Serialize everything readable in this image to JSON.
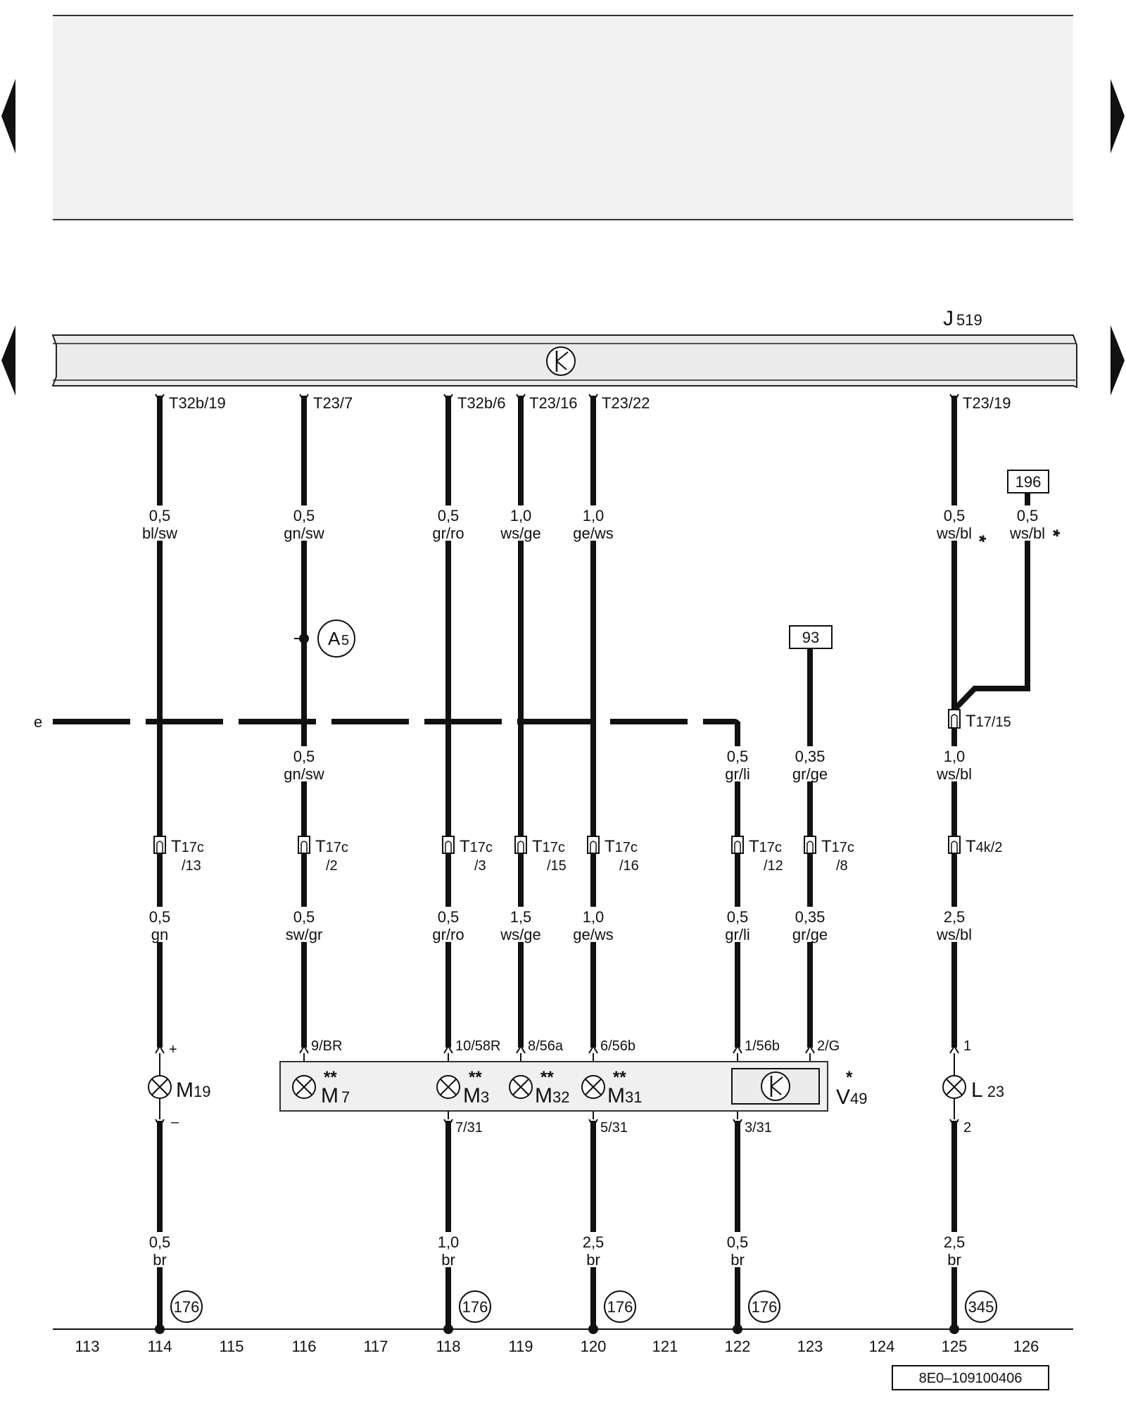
{
  "header_panel": {
    "color": "#f2f2f2"
  },
  "nav": {
    "prev_icon": "triangle-left",
    "next_icon": "triangle-right"
  },
  "control_unit": {
    "name": "J",
    "index": "519"
  },
  "top_pins": [
    "T32b/19",
    "T23/7",
    "T32b/6",
    "T23/16",
    "T23/22",
    "T23/19"
  ],
  "top_wires": [
    {
      "size": "0,5",
      "color": "bl/sw"
    },
    {
      "size": "0,5",
      "color": "gn/sw"
    },
    {
      "size": "0,5",
      "color": "gr/ro"
    },
    {
      "size": "1,0",
      "color": "ws/ge"
    },
    {
      "size": "1,0",
      "color": "ge/ws"
    },
    {
      "size": "0,5",
      "color": "ws/bl",
      "note": "**"
    },
    {
      "size": "0,5",
      "color": "ws/bl",
      "note": "***"
    }
  ],
  "refs": {
    "ref196": "196",
    "ref93": "93",
    "a5_letter": "A",
    "a5_index": "5",
    "e_label": "e"
  },
  "mid_wires": [
    {
      "size": "0,5",
      "color": "gn/sw"
    },
    {
      "size": "0,5",
      "color": "gr/li"
    },
    {
      "size": "0,35",
      "color": "gr/ge"
    },
    {
      "size": "1,0",
      "color": "ws/bl"
    }
  ],
  "t17_15": {
    "name": "T",
    "index": "17/15"
  },
  "connectors": [
    {
      "name": "T",
      "index": "17c",
      "pin": "/13"
    },
    {
      "name": "T",
      "index": "17c",
      "pin": "/2"
    },
    {
      "name": "T",
      "index": "17c",
      "pin": "/3"
    },
    {
      "name": "T",
      "index": "17c",
      "pin": "/15"
    },
    {
      "name": "T",
      "index": "17c",
      "pin": "/16"
    },
    {
      "name": "T",
      "index": "17c",
      "pin": "/12"
    },
    {
      "name": "T",
      "index": "17c",
      "pin": "/8"
    },
    {
      "name": "T",
      "index": "4k/2",
      "pin": ""
    }
  ],
  "lower_wires": [
    {
      "size": "0,5",
      "color": "gn"
    },
    {
      "size": "0,5",
      "color": "sw/gr"
    },
    {
      "size": "0,5",
      "color": "gr/ro"
    },
    {
      "size": "1,5",
      "color": "ws/ge"
    },
    {
      "size": "1,0",
      "color": "ge/ws"
    },
    {
      "size": "0,5",
      "color": "gr/li"
    },
    {
      "size": "0,35",
      "color": "gr/ge"
    },
    {
      "size": "2,5",
      "color": "ws/bl"
    }
  ],
  "component_pins": {
    "m19_plus": "+",
    "m19_minus": "–",
    "p9": "9/BR",
    "p10": "10/58R",
    "p8": "8/56a",
    "p6": "6/56b",
    "p1": "1/56b",
    "p2": "2/G",
    "l23_1": "1",
    "l23_2": "2",
    "p7": "7/31",
    "p5": "5/31",
    "p3": "3/31"
  },
  "components": {
    "m19": {
      "name": "M",
      "index": "19"
    },
    "m7": {
      "name": "M",
      "index": "7",
      "note": "**"
    },
    "m3": {
      "name": "M",
      "index": "3",
      "note": "**"
    },
    "m32": {
      "name": "M",
      "index": "32",
      "note": "**"
    },
    "m31": {
      "name": "M",
      "index": "31",
      "note": "**"
    },
    "v49": {
      "name": "V",
      "index": "49",
      "note": "*"
    },
    "l23": {
      "name": "L",
      "index": "23"
    }
  },
  "ground_wires": [
    {
      "size": "0,5",
      "color": "br"
    },
    {
      "size": "1,0",
      "color": "br"
    },
    {
      "size": "2,5",
      "color": "br"
    },
    {
      "size": "0,5",
      "color": "br"
    },
    {
      "size": "2,5",
      "color": "br"
    }
  ],
  "ground_refs": [
    "176",
    "176",
    "176",
    "176",
    "345"
  ],
  "tracks": [
    "113",
    "114",
    "115",
    "116",
    "117",
    "118",
    "119",
    "120",
    "121",
    "122",
    "123",
    "124",
    "125",
    "126"
  ],
  "doc_code": "8E0–109100406"
}
